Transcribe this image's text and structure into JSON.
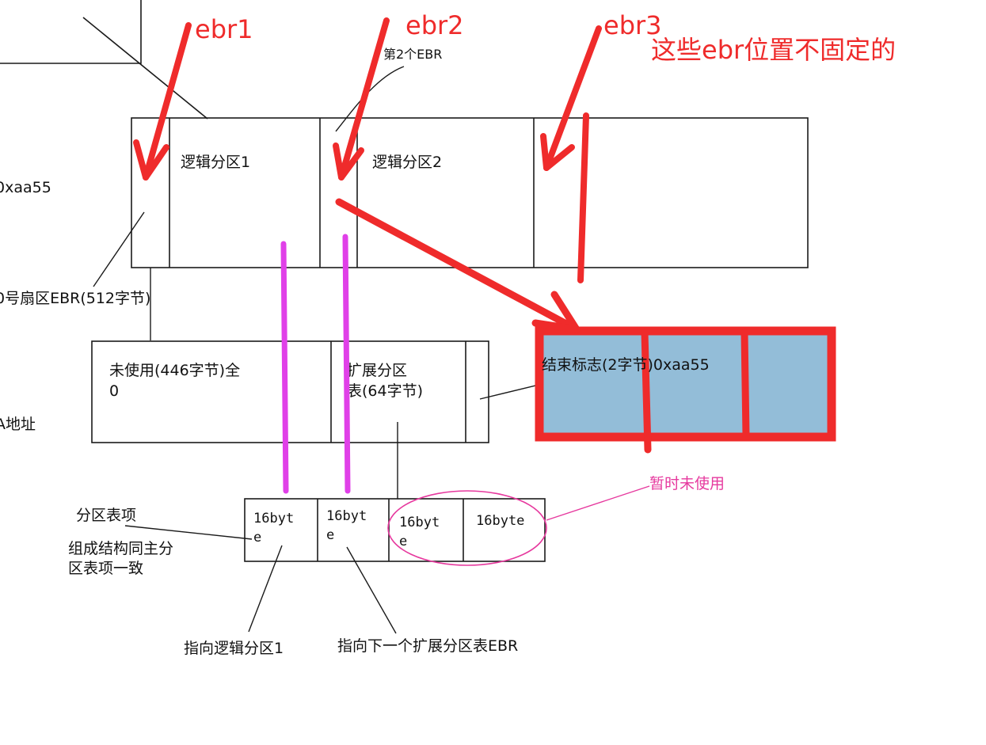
{
  "annotations": {
    "ebr1": "ebr1",
    "ebr2": "ebr2",
    "ebr3": "ebr3",
    "position_note": "这些ebr位置不固定的",
    "unused_note": "暂时未使用"
  },
  "labels": {
    "second_ebr": "第2个EBR",
    "logical1": "逻辑分区1",
    "logical2": "逻辑分区2",
    "magic_left": "0xaa55",
    "sector0_ebr": "0号扇区EBR(512字节)",
    "unused_line1": "未使用(446字节)全",
    "unused_line2": "0",
    "ext_table_line1": "扩展分区",
    "ext_table_line2": "表(64字节)",
    "end_flag": "结束标志(2字节)0xaa55",
    "address": "A地址",
    "entry_title": "分区表项",
    "entry_desc1": "组成结构同主分",
    "entry_desc2": "区表项一致",
    "byte16_a1": "16byt",
    "byte16_a2": "e",
    "byte16_b1": "16byt",
    "byte16_b2": "e",
    "byte16_c1": "16byt",
    "byte16_c2": "e",
    "byte16_d": "16byte",
    "points_logical1": "指向逻辑分区1",
    "points_next_ebr": "指向下一个扩展分区表EBR"
  },
  "colors": {
    "annotation_red": "#ef2b2b",
    "highlight_magenta": "#e040e8",
    "note_pink": "#e6399e",
    "end_box_fill": "#93bdd8",
    "line_dark": "#1a1a1a"
  }
}
